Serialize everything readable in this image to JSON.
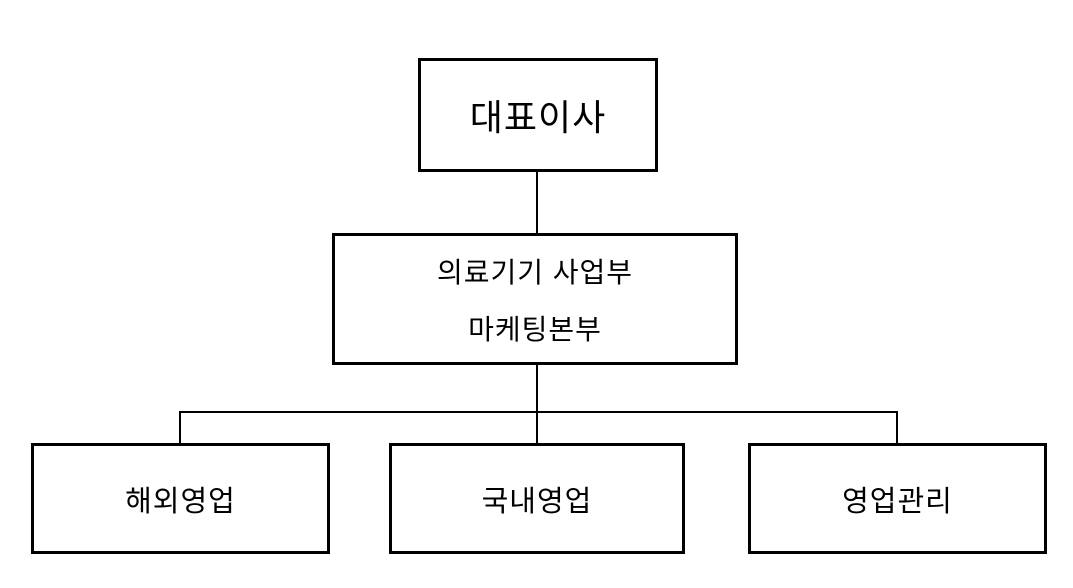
{
  "diagram": {
    "type": "org-chart",
    "nodes": {
      "root": {
        "label": "대표이사"
      },
      "middle": {
        "line1": "의료기기 사업부",
        "line2": "마케팅본부"
      },
      "children": [
        {
          "label": "해외영업"
        },
        {
          "label": "국내영업"
        },
        {
          "label": "영업관리"
        }
      ]
    },
    "colors": {
      "line": "#000000",
      "text": "#000000",
      "background": "#ffffff"
    }
  }
}
